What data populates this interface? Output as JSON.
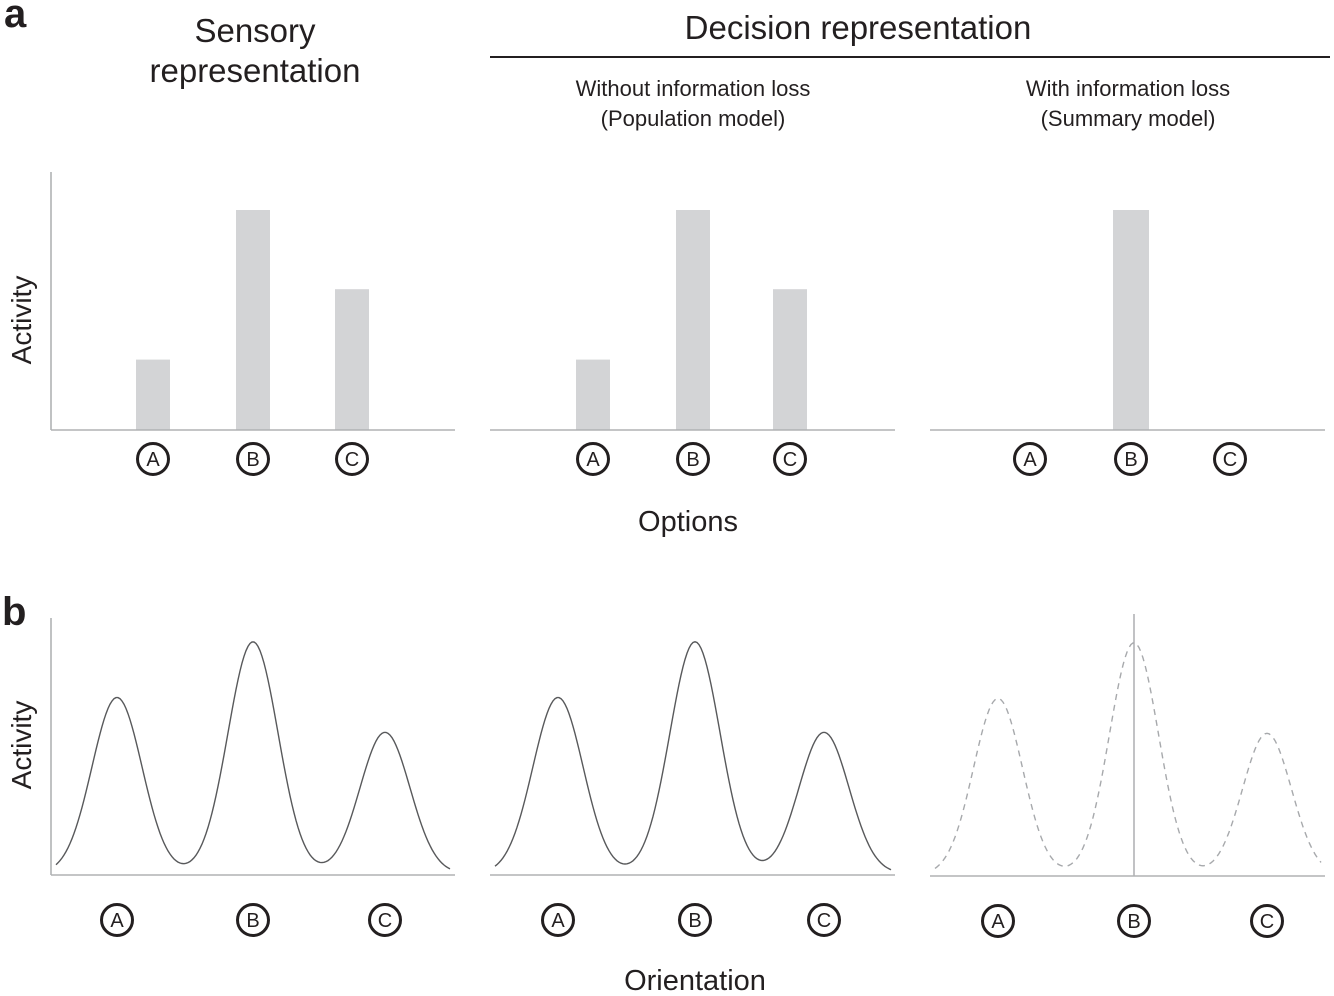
{
  "figure": {
    "panel_labels": {
      "a": "a",
      "b": "b"
    },
    "headers": {
      "sensory_title": "Sensory\nrepresentation",
      "decision_title": "Decision representation",
      "without_loss_subtitle": "Without information loss\n(Population model)",
      "with_loss_subtitle": "With information loss\n(Summary model)"
    },
    "axis_labels": {
      "activity_a": "Activity",
      "activity_b": "Activity",
      "options": "Options",
      "orientation": "Orientation"
    },
    "colors": {
      "background": "#ffffff",
      "text": "#231f20",
      "header_rule": "#231f20",
      "axis": "#b0b2b4",
      "bar_fill": "#d3d4d6",
      "curve_solid": "#58595b",
      "curve_dashed": "#a7a9ac",
      "decision_marker_line": "#a7a9ac",
      "circle_stroke": "#231f20",
      "circle_fill": "#ffffff"
    }
  },
  "chart_data": [
    {
      "id": "a-sensory",
      "panel": "a",
      "column_title": "Sensory representation",
      "type": "bar",
      "categories": [
        "A",
        "B",
        "C"
      ],
      "values": [
        0.32,
        1.0,
        0.64
      ],
      "ylabel": "Activity",
      "xlabel": "Options",
      "y_axis_shown": true,
      "ylim": [
        0,
        1.18
      ],
      "grid": false,
      "notes": "relative activity; no numeric ticks shown"
    },
    {
      "id": "a-population",
      "panel": "a",
      "column_title": "Decision representation - Without information loss (Population model)",
      "type": "bar",
      "categories": [
        "A",
        "B",
        "C"
      ],
      "values": [
        0.32,
        1.0,
        0.64
      ],
      "xlabel": "Options",
      "y_axis_shown": false,
      "ylim": [
        0,
        1.18
      ],
      "grid": false
    },
    {
      "id": "a-summary",
      "panel": "a",
      "column_title": "Decision representation - With information loss (Summary model)",
      "type": "bar",
      "categories": [
        "A",
        "B",
        "C"
      ],
      "values": [
        0,
        1.0,
        0
      ],
      "xlabel": "Options",
      "y_axis_shown": false,
      "ylim": [
        0,
        1.18
      ],
      "grid": false
    },
    {
      "id": "b-sensory",
      "panel": "b",
      "column_title": "Sensory representation",
      "type": "line",
      "curve": "gaussian_mixture",
      "line_style": "solid",
      "categories": [
        "A",
        "B",
        "C"
      ],
      "peak_amplitudes": [
        0.76,
        1.0,
        0.61
      ],
      "peak_sigma_frac": 0.062,
      "ylabel": "Activity",
      "xlabel": "Orientation",
      "y_axis_shown": true,
      "ylim": [
        0,
        1.12
      ],
      "grid": false
    },
    {
      "id": "b-population",
      "panel": "b",
      "column_title": "Decision representation - Without information loss (Population model)",
      "type": "line",
      "curve": "gaussian_mixture",
      "line_style": "solid",
      "categories": [
        "A",
        "B",
        "C"
      ],
      "peak_amplitudes": [
        0.76,
        1.0,
        0.61
      ],
      "peak_sigma_frac": 0.062,
      "xlabel": "Orientation",
      "y_axis_shown": false,
      "ylim": [
        0,
        1.12
      ],
      "grid": false
    },
    {
      "id": "b-summary",
      "panel": "b",
      "column_title": "Decision representation - With information loss (Summary model)",
      "type": "line",
      "curve": "gaussian_mixture",
      "line_style": "dashed",
      "categories": [
        "A",
        "B",
        "C"
      ],
      "peak_amplitudes": [
        0.76,
        1.0,
        0.61
      ],
      "peak_sigma_frac": 0.062,
      "decision_marker": "vertical_line_at_B",
      "xlabel": "Orientation",
      "y_axis_shown": false,
      "ylim": [
        0,
        1.12
      ],
      "grid": false
    }
  ]
}
